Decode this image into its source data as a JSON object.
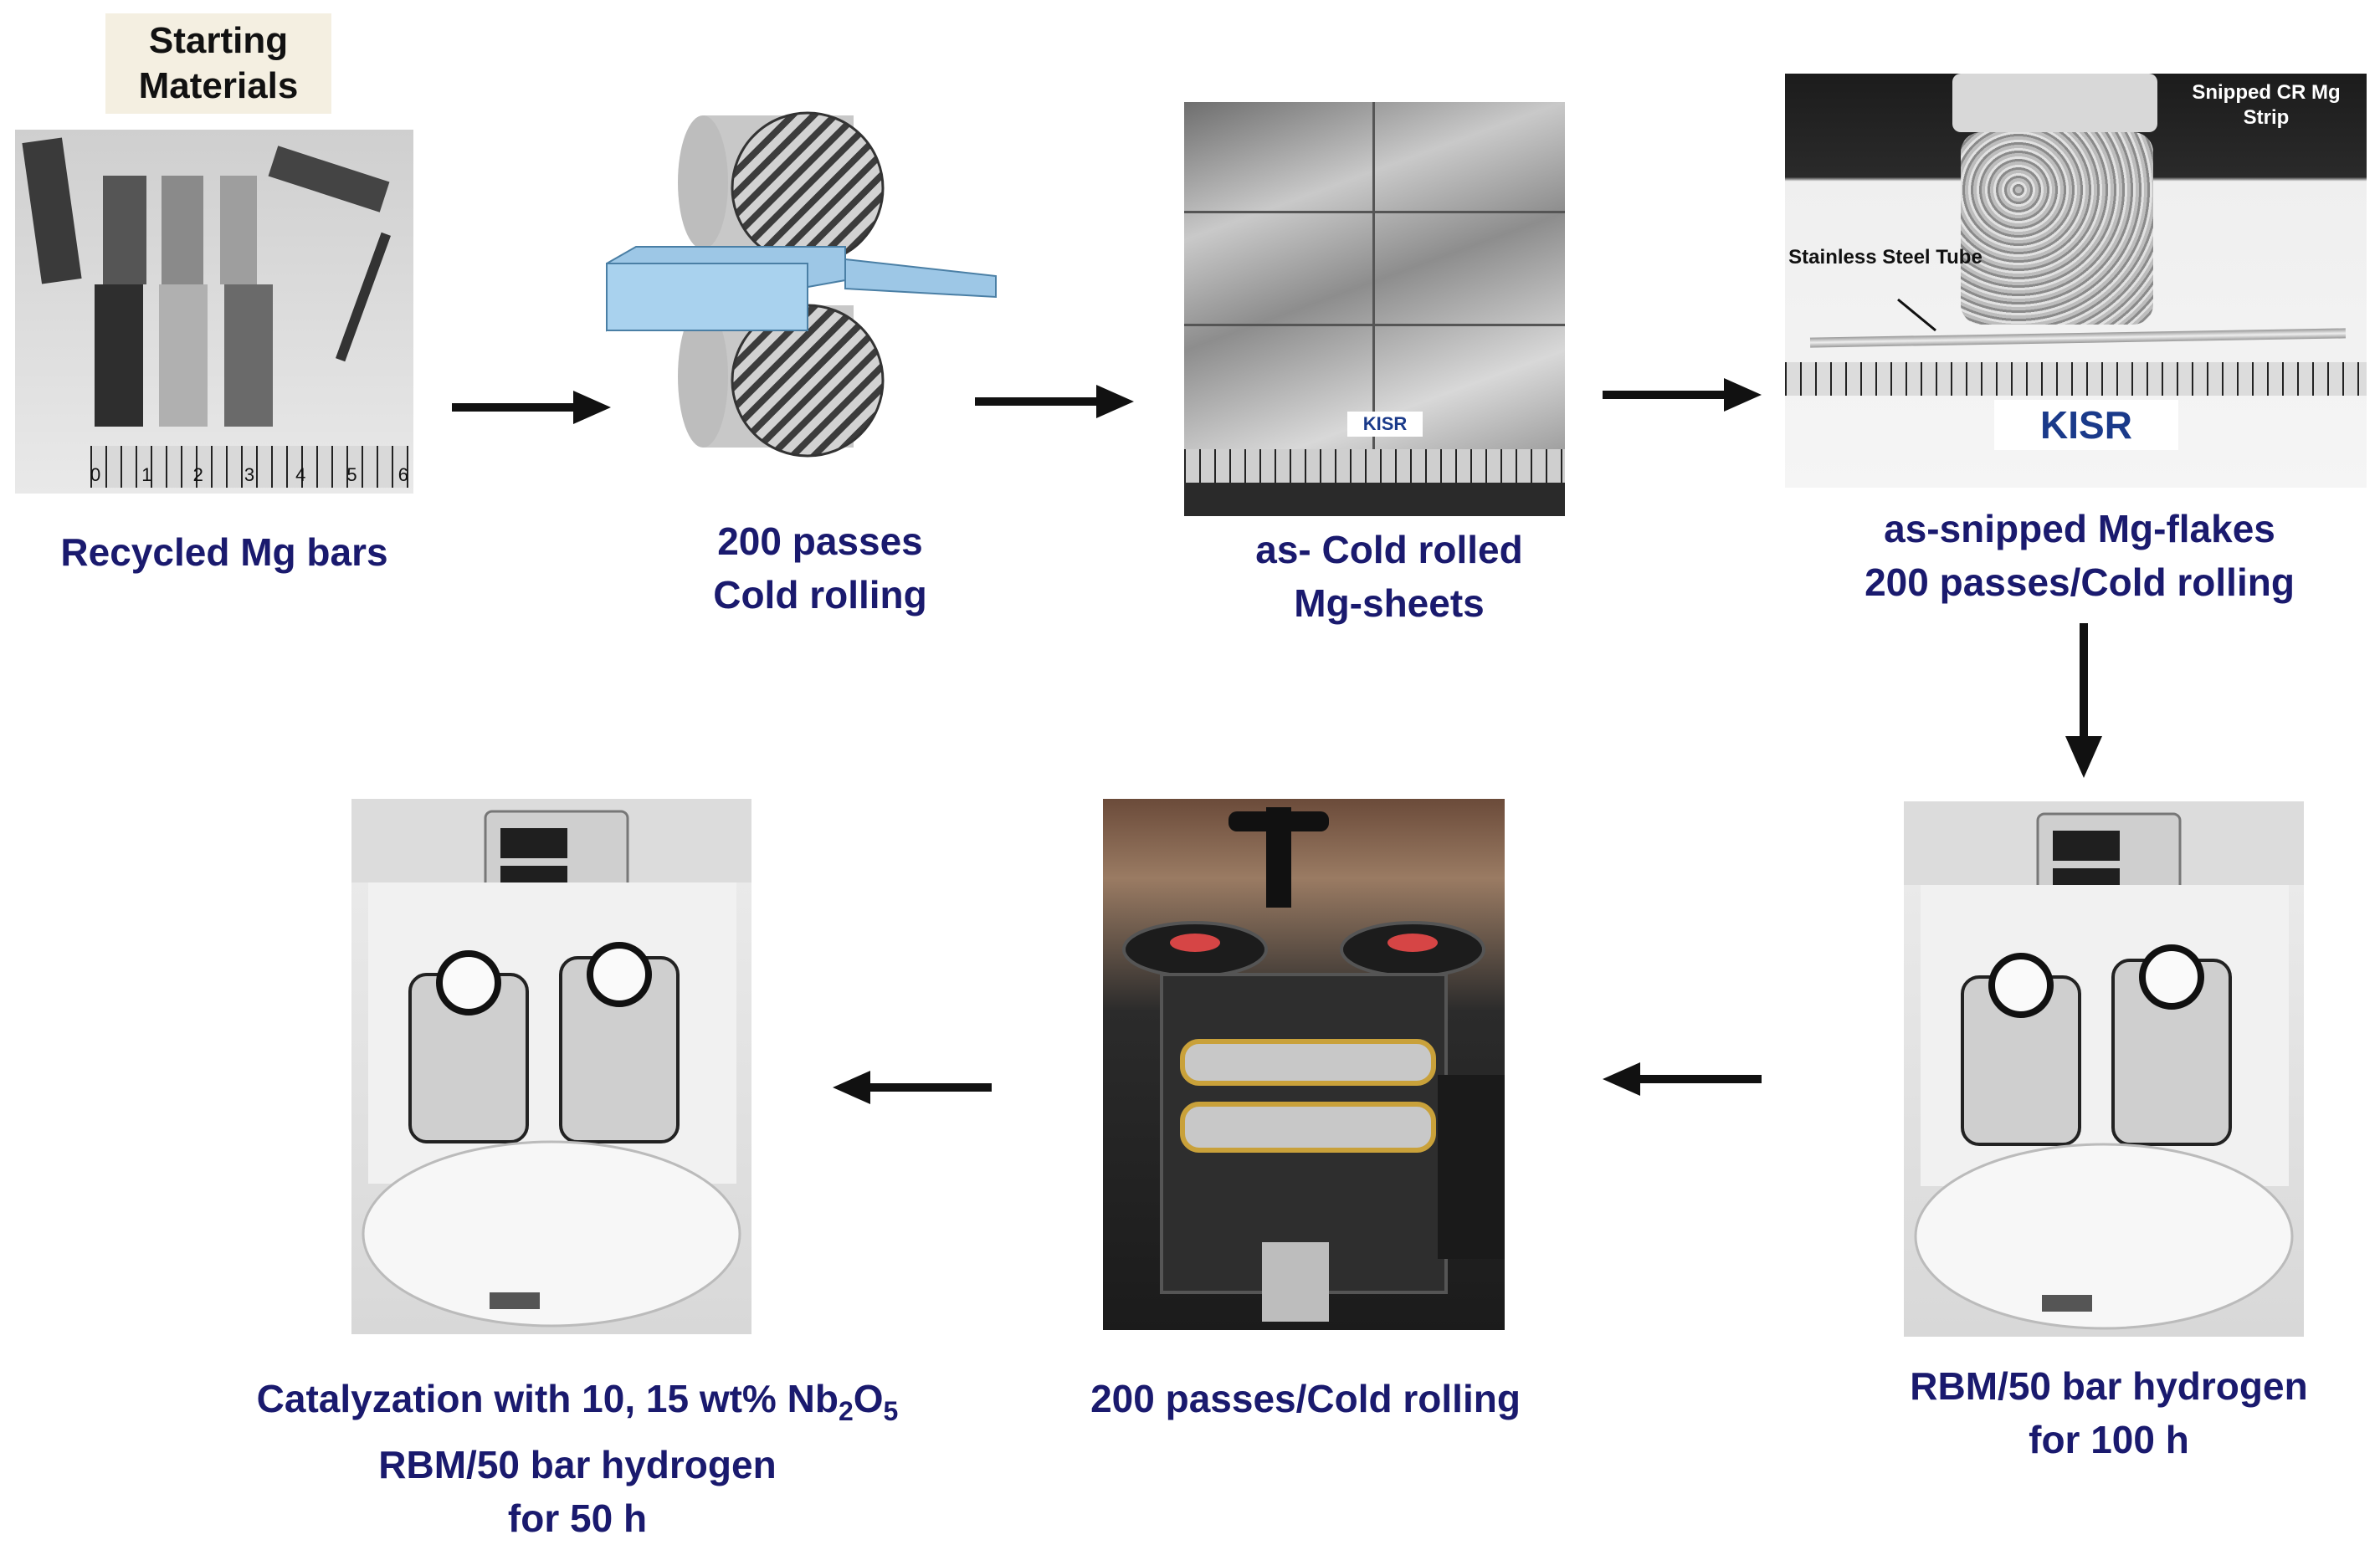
{
  "starting_materials": {
    "tag": "Starting Materials",
    "caption": "Recycled Mg bars",
    "ruler_numbers": [
      "0",
      "1",
      "2",
      "3",
      "4",
      "5",
      "6"
    ]
  },
  "step_cold_rolling_schematic": {
    "line1": "200 passes",
    "line2": "Cold rolling"
  },
  "step_sheets": {
    "line1": "as- Cold rolled",
    "line2": "Mg-sheets",
    "logo": "KISR"
  },
  "step_flakes": {
    "line1": "as-snipped Mg-flakes",
    "line2": "200 passes/Cold rolling",
    "label_strip": "Snipped CR Mg Strip",
    "label_tube": "Stainless Steel Tube",
    "logo": "KISR"
  },
  "step_rbm_100": {
    "line1": "RBM/50 bar hydrogen",
    "line2": "for 100 h"
  },
  "step_rolling_mill": {
    "line1": "200 passes/Cold rolling"
  },
  "step_catalyzation": {
    "line1_prefix": "Catalyzation with 10, 15 wt% Nb",
    "sub1": "2",
    "mid": "O",
    "sub2": "5",
    "line2": "RBM/50 bar hydrogen",
    "line3": "for 50 h"
  },
  "colors": {
    "caption": "#1a1a6e",
    "arrow": "#111111",
    "tag_bg": "#f4efe1"
  }
}
